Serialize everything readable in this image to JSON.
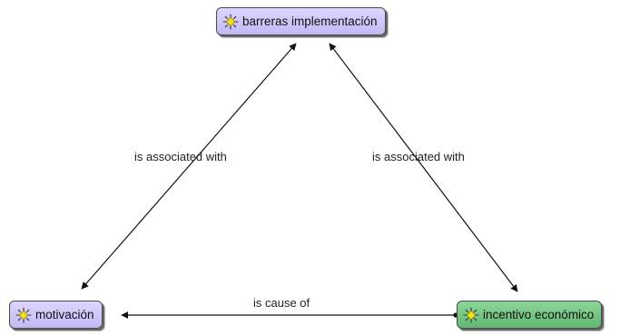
{
  "nodes": {
    "barreras": {
      "label": "barreras implementación",
      "icon": "code-sun-icon",
      "color": "#c9bdf6"
    },
    "motivacion": {
      "label": "motivación",
      "icon": "code-sun-icon",
      "color": "#c9bdf6"
    },
    "incentivo": {
      "label": "incentivo económico",
      "icon": "code-sun-icon",
      "color": "#6fc07f"
    }
  },
  "edges": {
    "barreras_motivacion": {
      "label": "is associated with"
    },
    "barreras_incentivo": {
      "label": "is associated with"
    },
    "incentivo_motivacion": {
      "label": "is cause of"
    }
  }
}
